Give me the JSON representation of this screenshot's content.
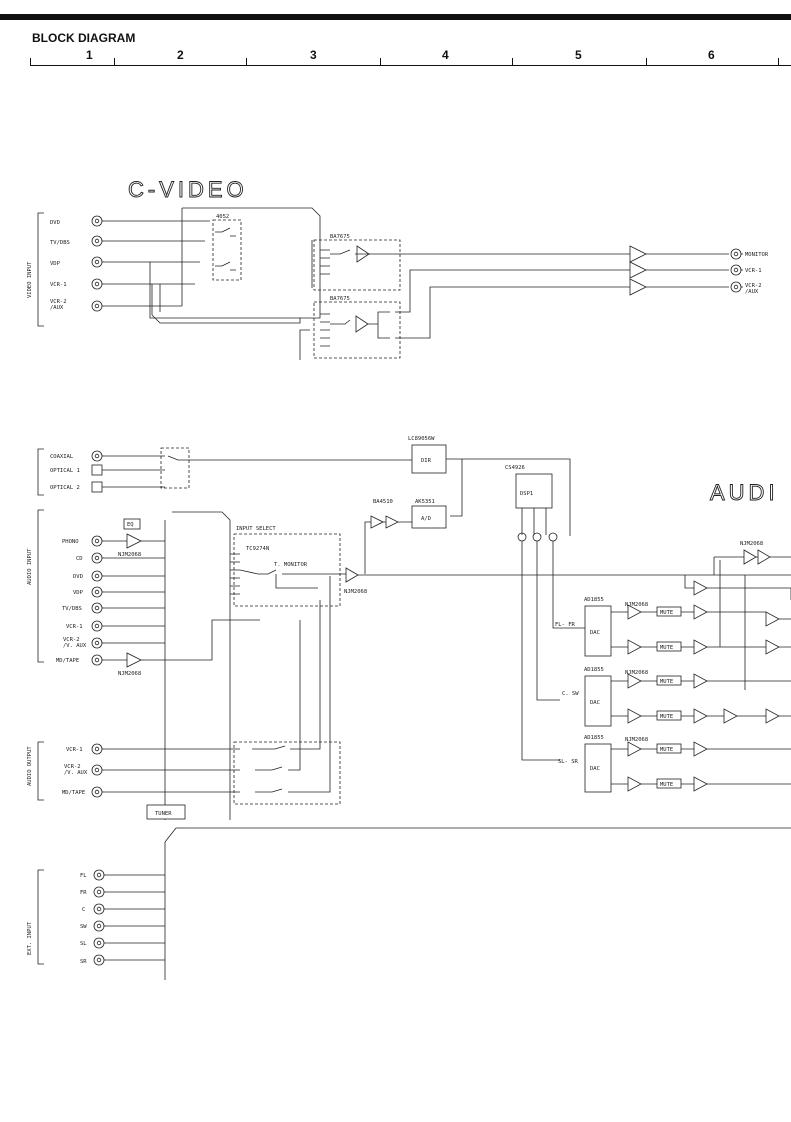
{
  "header": {
    "title": "BLOCK DIAGRAM",
    "columns": [
      "1",
      "2",
      "3",
      "4",
      "5",
      "6"
    ]
  },
  "video": {
    "section_title": "C-VIDEO",
    "group_label": "VIDEO INPUT",
    "inputs": [
      "DVD",
      "TV/DBS",
      "VDP",
      "VCR-1",
      "VCR-2",
      "/AUX"
    ],
    "ic_4052": "4052",
    "ic_ba7675_a": "BA7675",
    "ic_ba7675_b": "BA7675",
    "outputs": [
      "MONITOR",
      "VCR-1",
      "VCR-2",
      "/AUX"
    ]
  },
  "digital": {
    "inputs": [
      "COAXIAL",
      "OPTICAL 1",
      "OPTICAL 2"
    ],
    "dir_chip": "LC89056W",
    "dir_label": "DIR",
    "dsp_chip": "CS4926",
    "dsp_label": "DSP1",
    "adc_chip": "AK5351",
    "adc_label": "A/D",
    "buffer_chip": "BA4510"
  },
  "audio": {
    "section_title": "AUDI",
    "group_label": "AUDIO INPUT",
    "inputs": [
      "PHONO",
      "CD",
      "DVD",
      "VDP",
      "TV/DBS",
      "VCR-1",
      "VCR-2",
      "/V. AUX",
      "MD/TAPE"
    ],
    "eq_label": "EQ",
    "phono_amp": "NJM2068",
    "tape_amp": "NJM2068",
    "input_select_label": "INPUT SELECT",
    "select_chip": "TC9274N",
    "t_monitor": "T. MONITOR",
    "main_amp": "NJM2068",
    "tuner": "TUNER",
    "top_amp": "NJM2068"
  },
  "dac": {
    "channels": [
      {
        "chip": "AD1855",
        "amp": "NJM2068",
        "label": "DAC",
        "channel": "FL- FR",
        "mute": "MUTE"
      },
      {
        "chip": "AD1855",
        "amp": "NJM2068",
        "label": "DAC",
        "channel": "C. SW",
        "mute": "MUTE"
      },
      {
        "chip": "AD1855",
        "amp": "NJM2068",
        "label": "DAC",
        "channel": "SL- SR",
        "mute": "MUTE"
      }
    ]
  },
  "audio_output": {
    "group_label": "AUDIO OUTPUT",
    "outputs": [
      "VCR-1",
      "VCR-2",
      "/V. AUX",
      "MD/TAPE"
    ]
  },
  "ext_input": {
    "group_label": "EXT. INPUT",
    "inputs": [
      "FL",
      "FR",
      "C",
      "SW",
      "SL",
      "SR"
    ]
  }
}
